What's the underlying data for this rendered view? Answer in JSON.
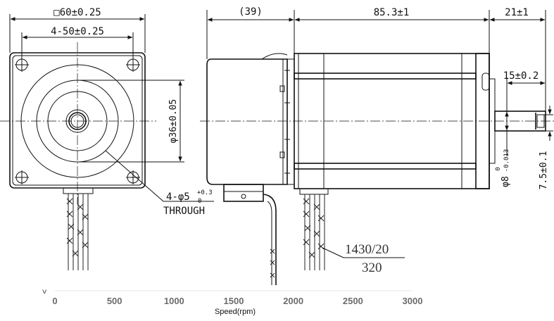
{
  "front_view": {
    "square_size": "□60±0.25",
    "hole_spacing": "4-50±0.25",
    "pilot_dia": "φ36±0.05",
    "hole_note_prefix": "4-φ5",
    "hole_tol_upper": "+0.3",
    "hole_tol_lower": "0",
    "hole_note_through": "THROUGH"
  },
  "side_view": {
    "encoder_length": "(39)",
    "body_length": "85.3±1",
    "shaft_length": "21±1",
    "flat_length": "15±0.2",
    "shaft_dia": "φ8",
    "shaft_tol_upper": "0",
    "shaft_tol_lower": "-0.013",
    "flat_depth": "7.5±0.1",
    "cable_length_top": "1430/20",
    "cable_length_bottom": "320"
  },
  "axis": {
    "label": "Speed(rpm)",
    "ticks": [
      "0",
      "500",
      "1000",
      "1500",
      "2000",
      "2500",
      "3000"
    ]
  }
}
